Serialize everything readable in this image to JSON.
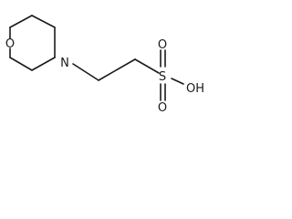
{
  "structure": {
    "atoms": {
      "ring_oxygen": "O",
      "ring_nitrogen": "N",
      "sulfur": "S",
      "sulfonyl_oxygen_top": "O",
      "sulfonyl_oxygen_bottom": "O",
      "hydroxyl": "OH"
    },
    "ink_color": "#1a1a1a"
  }
}
